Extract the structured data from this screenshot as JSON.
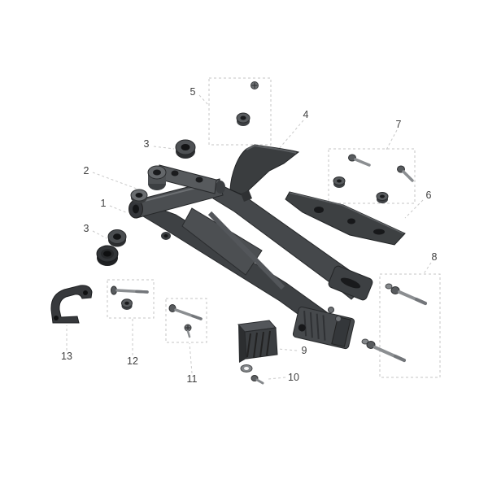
{
  "diagram": {
    "kind": "exploded-parts-diagram",
    "subject": "swingarm-assembly"
  },
  "colors": {
    "background": "#ffffff",
    "callout_text": "#3f3f3f",
    "highlight_red": "#c82828",
    "leader_gray": "#c9c9c9",
    "box_gray": "#c4c4c4",
    "part_dark": "#3b3e40",
    "part_mid": "#55585a",
    "part_light": "#8a8d8f"
  },
  "callouts": {
    "c1": {
      "label": "1"
    },
    "c2": {
      "label": "2"
    },
    "c3a": {
      "label": "3"
    },
    "c3b": {
      "label": "3"
    },
    "c4": {
      "label": "4"
    },
    "c5": {
      "label": "5"
    },
    "c6": {
      "label": "6"
    },
    "c7": {
      "label": "7"
    },
    "c8": {
      "label": "8"
    },
    "c9": {
      "label": "9"
    },
    "c10": {
      "label": "10"
    },
    "c11": {
      "label": "11",
      "highlighted": true
    },
    "c12": {
      "label": "12",
      "highlighted": true
    },
    "c13": {
      "label": "13",
      "highlighted": true
    }
  }
}
